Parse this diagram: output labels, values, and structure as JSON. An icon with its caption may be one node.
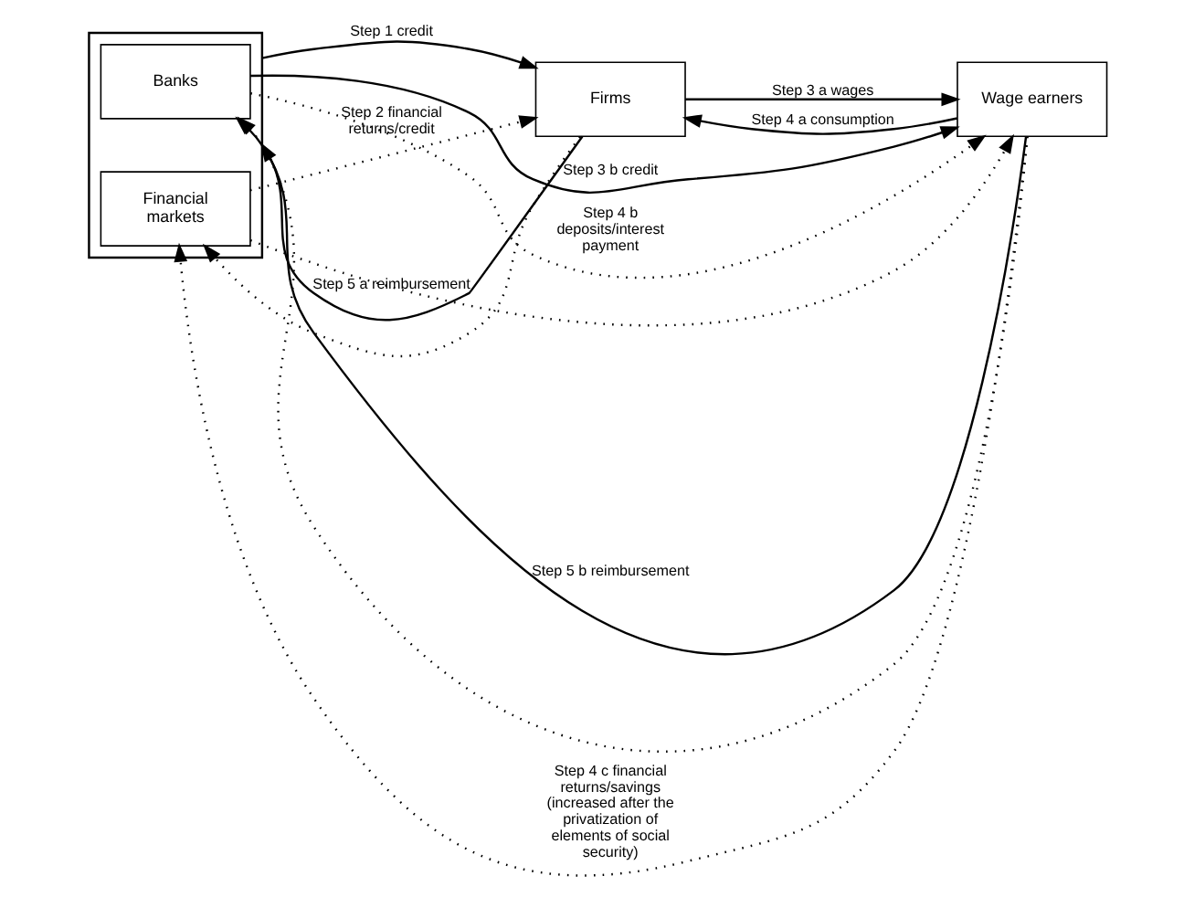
{
  "diagram": {
    "nodes": [
      {
        "text": [],
        "shape": "box"
      },
      {
        "text": [
          "Banks"
        ],
        "in": 0
      },
      {
        "text": [
          "Financial markets"
        ],
        "in": 0
      },
      {
        "text": [
          "Firms"
        ]
      },
      {
        "text": [
          "Wage earners"
        ]
      }
    ],
    "edges": [
      {
        "from": 1,
        "to": 4,
        "arrow": "to",
        "label": "Step 3 b credit"
      },
      {
        "from": 4,
        "to": 1,
        "arrow": "to",
        "label": "Step 5 b reimbursement"
      },
      {
        "from": 1,
        "to": 4,
        "arrow": "to",
        "style": "dashed",
        "label": "Step 4 b deposits/interest payment"
      },
      {
        "from": 4,
        "to": 1,
        "arrow": "to",
        "style": "dashed"
      },
      {
        "from": 0,
        "to": 3,
        "arrow": "to",
        "label": "Step 1 credit"
      },
      {
        "from": 3,
        "to": 0,
        "arrow": "to",
        "label": "Step 5 a reimbursement"
      },
      {
        "from": 3,
        "to": 4,
        "arrow": "to",
        "label": "Step 3 a wages"
      },
      {
        "from": 4,
        "to": 3,
        "arrow": "to",
        "label": "Step 4 a consumption"
      },
      {
        "from": 2,
        "to": 3,
        "arrow": "to",
        "style": "dashed",
        "label": "Step 2 financial returns/credit"
      },
      {
        "from": 2,
        "to": 4,
        "arrow": "to",
        "style": "dashed"
      },
      {
        "from": 3,
        "to": 2,
        "arrow": "to",
        "style": "dashed"
      },
      {
        "from": 4,
        "to": 2,
        "arrow": "to",
        "style": "dashed",
        "label": "Step 4 c financial returns/savings (increased after the privatization of elements of social security)"
      }
    ]
  }
}
